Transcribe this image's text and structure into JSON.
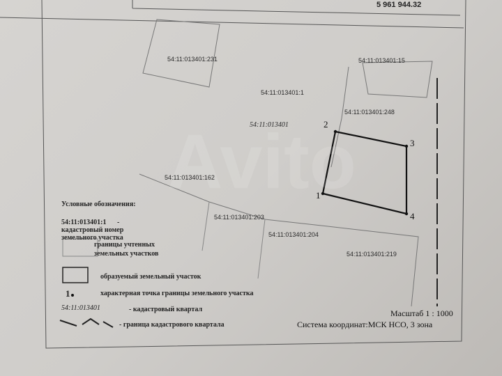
{
  "header_fragment": "5 961 944.32",
  "parcels": {
    "p231": "54:11:013401:231",
    "p15": "54:11:013401:15",
    "p1": "54:11:013401:1",
    "p248": "54:11:013401:248",
    "p162": "54:11:013401:162",
    "p203": "54:11:013401:203",
    "p204": "54:11:013401:204",
    "p219": "54:11:013401:219"
  },
  "quarter_label": "54:11:013401",
  "points": [
    "1",
    "2",
    "3",
    "4"
  ],
  "legend": {
    "title": "Условные обозначения:",
    "cadastral_number_example": "54:11:013401:1",
    "cadastral_number_desc": "- кадастровый номер земельного участка",
    "registered_boundaries": "границы учтенных земельных участков",
    "formed_parcel": "образуемый земельный участок",
    "point_example": "1",
    "point_desc": "характерная точка границы земельного участка",
    "quarter_example": "54:11:013401",
    "quarter_desc": "- кадастровый квартал",
    "quarter_boundary_desc": "- граница кадастрового квартала"
  },
  "scale": "Масштаб 1 : 1000",
  "coordinate_system": "Система координат:МСК НСО, 3 зона",
  "watermark": "Avito"
}
